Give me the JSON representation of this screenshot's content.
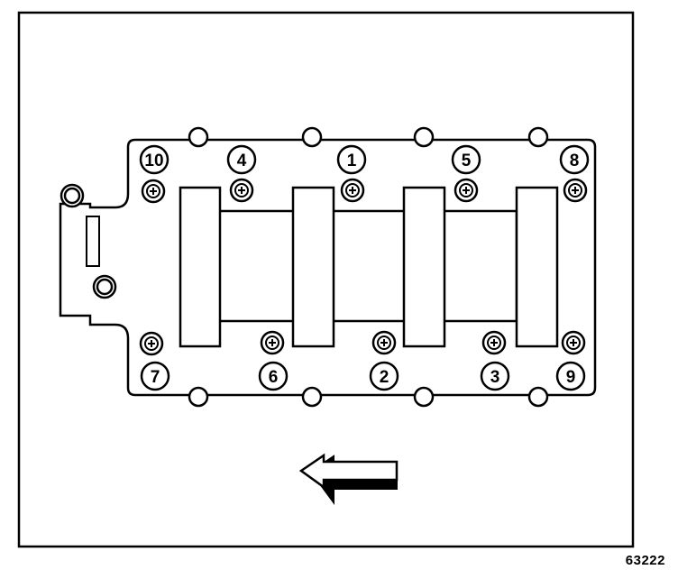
{
  "figure_id": "63222",
  "bolts": [
    {
      "label": "1"
    },
    {
      "label": "2"
    },
    {
      "label": "3"
    },
    {
      "label": "4"
    },
    {
      "label": "5"
    },
    {
      "label": "6"
    },
    {
      "label": "7"
    },
    {
      "label": "8"
    },
    {
      "label": "9"
    },
    {
      "label": "10"
    }
  ],
  "arrow_direction": "left",
  "colors": {
    "line": "#000000",
    "background": "#ffffff"
  }
}
